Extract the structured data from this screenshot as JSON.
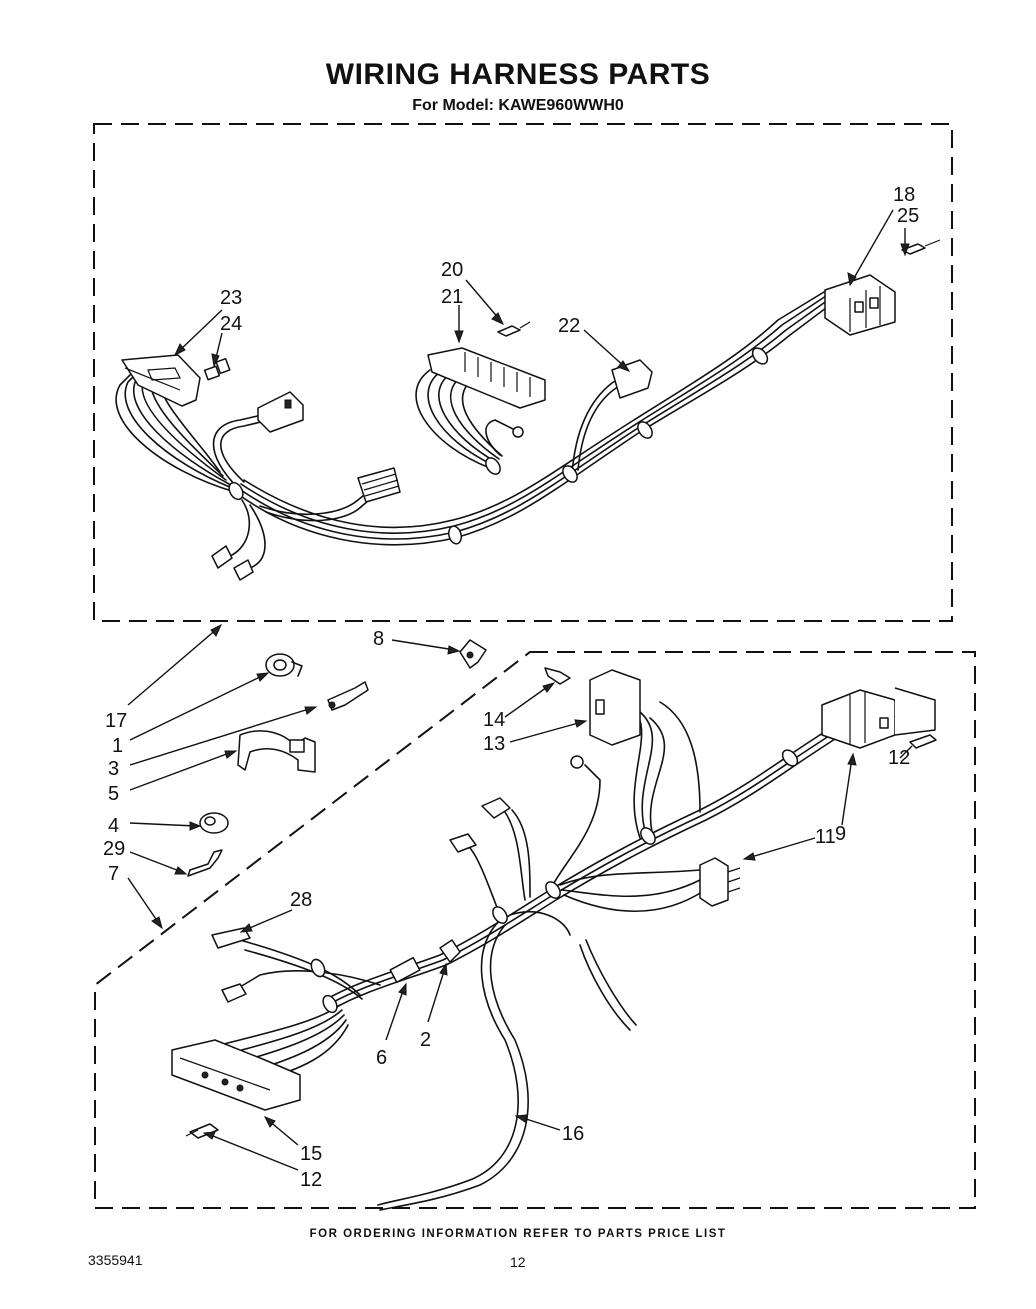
{
  "header": {
    "title": "WIRING HARNESS PARTS",
    "model_line": "For Model: KAWE960WWH0"
  },
  "footer": {
    "ordering_note": "FOR ORDERING INFORMATION REFER TO PARTS PRICE LIST",
    "document_number": "3355941",
    "page_number": "12"
  },
  "callouts": {
    "c18": "18",
    "c25": "25",
    "c20": "20",
    "c21": "21",
    "c22": "22",
    "c23": "23",
    "c24": "24",
    "c8": "8",
    "c17": "17",
    "c1": "1",
    "c3": "3",
    "c5": "5",
    "c4": "4",
    "c29": "29",
    "c7": "7",
    "c14": "14",
    "c13": "13",
    "c12a": "12",
    "c9": "9",
    "c11": "11",
    "c28": "28",
    "c6": "6",
    "c2": "2",
    "c16": "16",
    "c15": "15",
    "c12b": "12"
  }
}
